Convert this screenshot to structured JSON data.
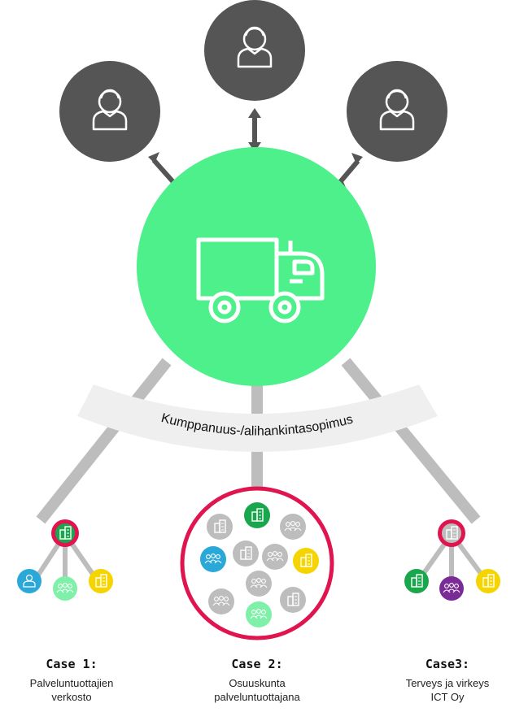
{
  "contract_label": "Kumppanuus-/alihankintasopimus",
  "icons": {
    "person": "person-icon",
    "truck": "truck-icon",
    "building": "building-icon",
    "people": "people-group-icon",
    "doctor": "doctor-icon"
  },
  "colors": {
    "person_circle": "#555555",
    "hub": "#4ef08c",
    "ribbon": "#efefef",
    "connector": "#bdbdbd",
    "ring": "#e0154f",
    "node_gray": "#bdbdbd",
    "node_green_dark": "#1aa64c",
    "node_green_light": "#7ef0a8",
    "node_blue": "#2aa8d8",
    "node_yellow": "#f5d400",
    "node_purple": "#7a2b96"
  },
  "cases": [
    {
      "title": "Case 1:",
      "desc_line1": "Palveluntuottajien",
      "desc_line2": "verkosto"
    },
    {
      "title": "Case 2:",
      "desc_line1": "Osuuskunta",
      "desc_line2": "palveluntuottajana"
    },
    {
      "title": "Case3:",
      "desc_line1": "Terveys ja virkeys",
      "desc_line2": "ICT Oy"
    }
  ]
}
